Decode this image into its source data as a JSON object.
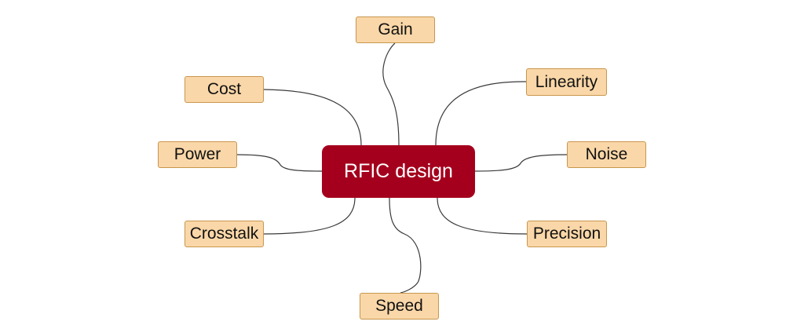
{
  "diagram": {
    "center": {
      "label": "RFIC design",
      "color": "#a4001d"
    },
    "node_color": "#fad7a8",
    "nodes": [
      {
        "id": "gain",
        "label": "Gain"
      },
      {
        "id": "cost",
        "label": "Cost"
      },
      {
        "id": "linearity",
        "label": "Linearity"
      },
      {
        "id": "power",
        "label": "Power"
      },
      {
        "id": "noise",
        "label": "Noise"
      },
      {
        "id": "crosstalk",
        "label": "Crosstalk"
      },
      {
        "id": "precision",
        "label": "Precision"
      },
      {
        "id": "speed",
        "label": "Speed"
      }
    ]
  }
}
